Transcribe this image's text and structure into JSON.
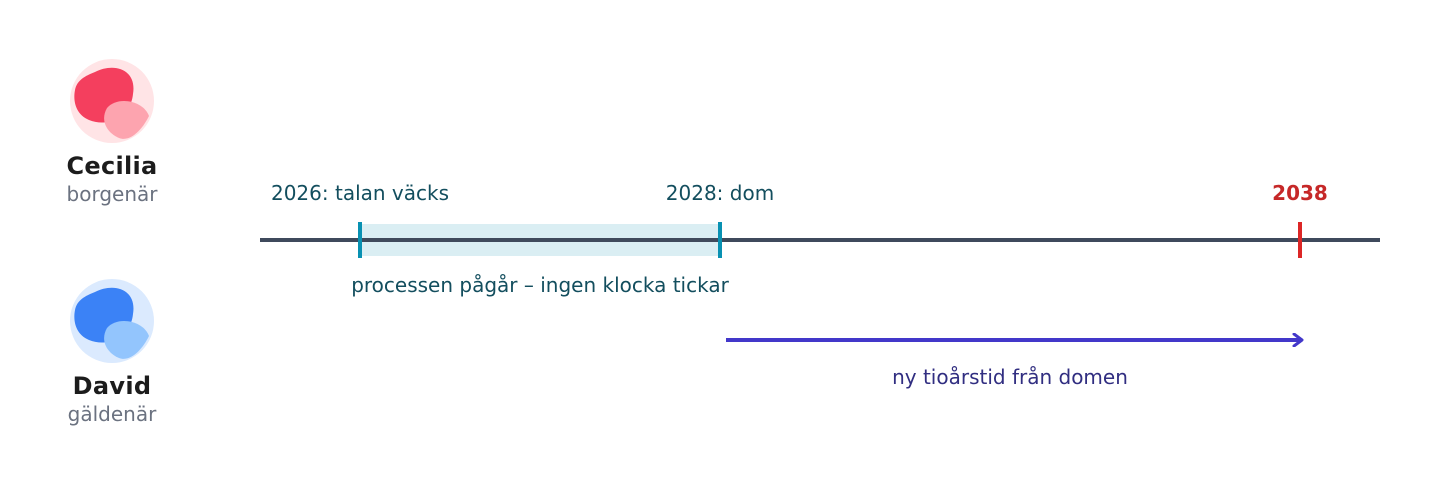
{
  "people": [
    {
      "name": "Cecilia",
      "role": "borgenär",
      "color_main": "#f43f5e",
      "color_light": "#fda4af",
      "color_bg": "#ffe4e6"
    },
    {
      "name": "David",
      "role": "gäldenär",
      "color_main": "#3b82f6",
      "color_light": "#93c5fd",
      "color_bg": "#dbeafe"
    }
  ],
  "timeline": {
    "events": [
      {
        "year": 2026,
        "label": "2026: talan väcks",
        "color": "#0891b2"
      },
      {
        "year": 2028,
        "label": "2028: dom",
        "color": "#0891b2"
      },
      {
        "year": 2038,
        "label": "2038",
        "color": "#dc2626"
      }
    ],
    "process_label": "processen pågår – ingen klocka tickar",
    "arrow_label": "ny tioårstid från domen",
    "colors": {
      "axis": "#3f4a5c",
      "process_band": "#daeef3",
      "event_text": "#134e5e",
      "end_text": "#c62828",
      "arrow": "#4338ca",
      "arrow_text": "#312e81"
    }
  }
}
